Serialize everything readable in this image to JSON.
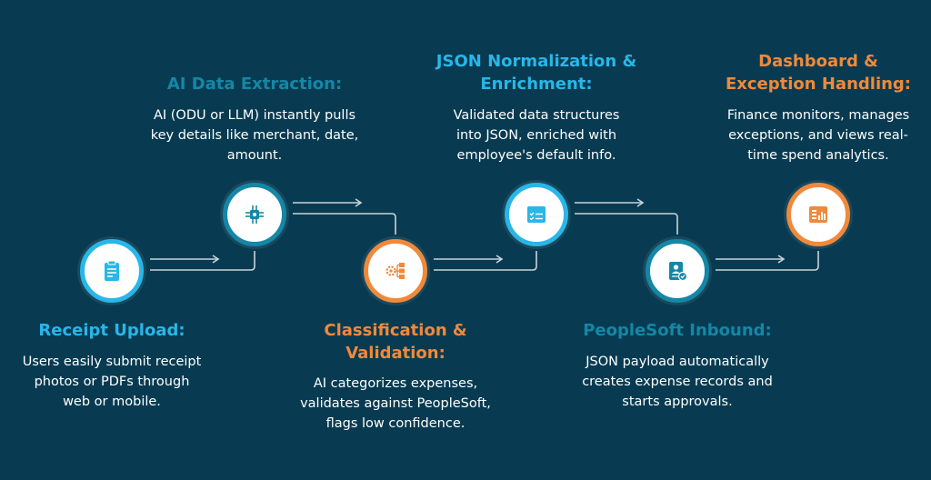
{
  "colors": {
    "background": "#083b51",
    "accent_blue": "#29b6e8",
    "accent_teal": "#1487a6",
    "accent_orange": "#f0893b",
    "connector": "#c8d3d9"
  },
  "steps": [
    {
      "title_lines": [
        "Receipt Upload:"
      ],
      "description_lines": [
        "Users easily submit receipt",
        "photos or PDFs through",
        "web or mobile."
      ],
      "icon": "receipt-clipboard-icon",
      "color": "#29b6e8"
    },
    {
      "title_lines": [
        "AI Data Extraction:"
      ],
      "description_lines": [
        "AI (ODU or LLM) instantly pulls",
        "key details like merchant, date,",
        "amount."
      ],
      "icon": "ai-chip-icon",
      "color": "#1487a6"
    },
    {
      "title_lines": [
        "Classification &",
        "Validation:"
      ],
      "description_lines": [
        "AI categorizes expenses,",
        "validates against PeopleSoft,",
        "flags low confidence."
      ],
      "icon": "gear-flowchart-icon",
      "color": "#f0893b"
    },
    {
      "title_lines": [
        "JSON Normalization &",
        "Enrichment:"
      ],
      "description_lines": [
        "Validated data structures",
        "into JSON, enriched with",
        "employee's default info."
      ],
      "icon": "checklist-window-icon",
      "color": "#29b6e8"
    },
    {
      "title_lines": [
        "PeopleSoft Inbound:"
      ],
      "description_lines": [
        "JSON payload automatically",
        "creates expense records and",
        "starts approvals."
      ],
      "icon": "user-document-check-icon",
      "color": "#1487a6"
    },
    {
      "title_lines": [
        "Dashboard &",
        "Exception Handling:"
      ],
      "description_lines": [
        "Finance monitors, manages",
        "exceptions, and views real-",
        "time spend analytics."
      ],
      "icon": "dashboard-chart-icon",
      "color": "#f0893b"
    }
  ]
}
